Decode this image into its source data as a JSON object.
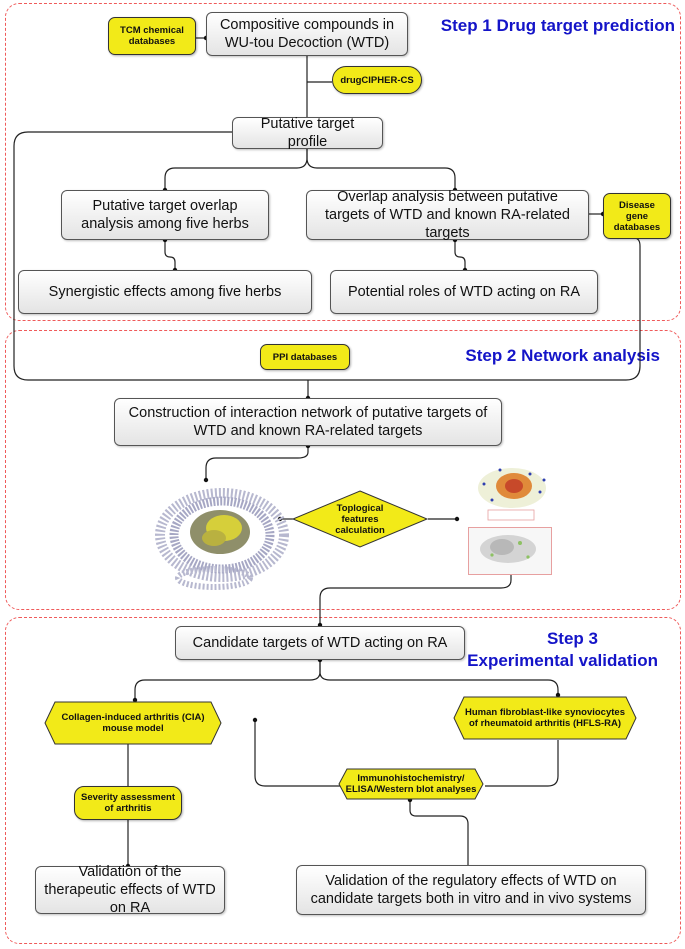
{
  "steps": {
    "step1": "Step 1 Drug target prediction",
    "step2": "Step 2 Network analysis",
    "step3_line1": "Step 3",
    "step3_line2": "Experimental validation"
  },
  "step1": {
    "tcm_databases": "TCM chemical databases",
    "compounds": "Compositive compounds in WU-tou Decoction (WTD)",
    "drugcipher": "drugCIPHER-CS",
    "putative_profile": "Putative target profile",
    "overlap_herbs": "Putative target overlap analysis among five herbs",
    "overlap_ra": "Overlap analysis between putative targets of WTD and known RA-related targets",
    "disease_gene_db": "Disease gene databases",
    "synergistic": "Synergistic effects among five herbs",
    "potential_roles": "Potential roles of WTD acting on RA"
  },
  "step2": {
    "ppi_db": "PPI databases",
    "construction": "Construction of interaction network of putative targets of WTD and known RA-related targets",
    "topological": "Toplogical features calculation"
  },
  "step3": {
    "candidate": "Candidate targets of WTD acting on RA",
    "cia_model": "Collagen-induced arthritis (CIA) mouse model",
    "hfls": "Human fibroblast-like synoviocytes of rheumatoid arthritis (HFLS-RA)",
    "immuno": "Immunohistochemistry/ ELISA/Western blot analyses",
    "severity": "Severity assessment of arthritis",
    "validation_therapeutic": "Validation of the therapeutic effects of WTD on RA",
    "validation_regulatory": "Validation of the regulatory effects of WTD on candidate targets both in vitro and in vivo systems"
  },
  "colors": {
    "section_border": "#ef5a5a",
    "step_title": "#1414c8",
    "database_fill": "#f2ea18",
    "box_fill": "#ececec"
  }
}
